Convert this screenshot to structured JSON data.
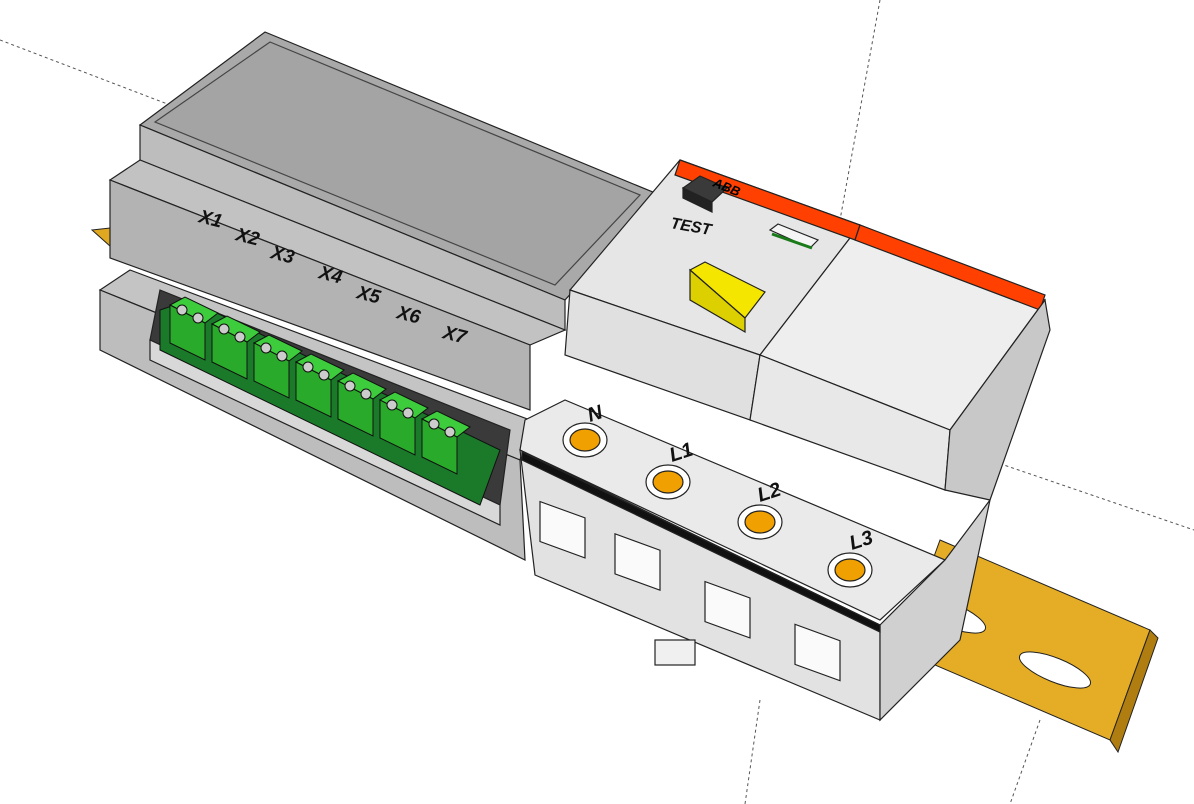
{
  "model": {
    "terminal_labels": [
      "X1",
      "X2",
      "X3",
      "X4",
      "X5",
      "X6",
      "X7"
    ],
    "breaker": {
      "brand": "ABB",
      "test_label": "TEST",
      "terminal_labels": [
        "N",
        "L1",
        "L2",
        "L3"
      ]
    }
  },
  "colors": {
    "housing": "#a8a8a8",
    "breaker": "#e4e4e4",
    "brand_stripe": "#ff4000",
    "pcb": "#1a7a2a",
    "terminal_block": "#2fbf2f",
    "handle": "#f5e600",
    "screw": "#f0a000",
    "din_rail": "#e0a820"
  }
}
